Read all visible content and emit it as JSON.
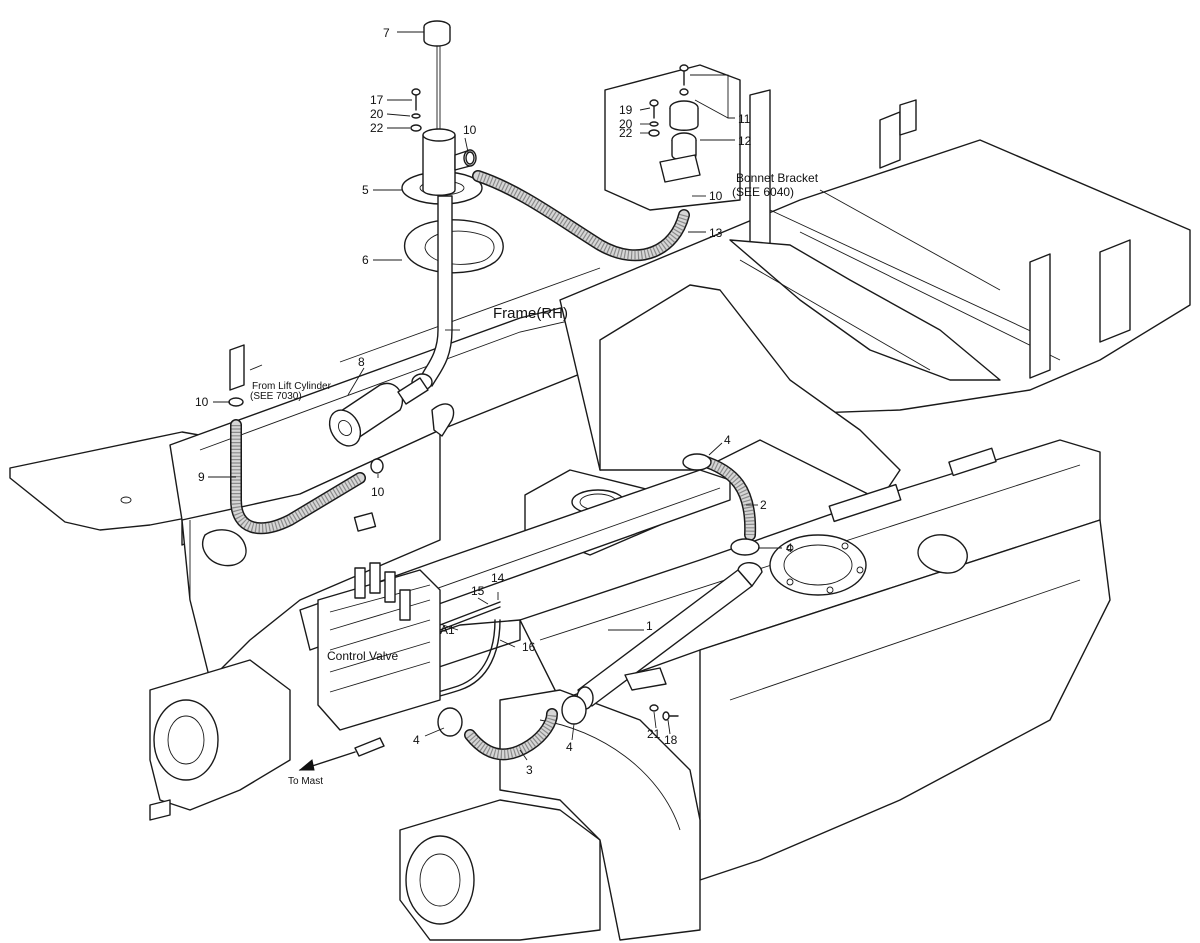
{
  "diagram": {
    "callouts": {
      "c1": "1",
      "c2": "2",
      "c3": "3",
      "c4a": "4",
      "c4b": "4",
      "c4c": "4",
      "c4d": "4",
      "c5": "5",
      "c6": "6",
      "c7": "7",
      "c8": "8",
      "c9": "9",
      "c10a": "10",
      "c10b": "10",
      "c10c": "10",
      "c10d": "10",
      "c11": "11",
      "c12": "12",
      "c13": "13",
      "c14": "14",
      "c15": "15",
      "c16": "16",
      "c17": "17",
      "c18": "18",
      "c19": "19",
      "c20a": "20",
      "c20b": "20",
      "c21": "21",
      "c22a": "22",
      "c22b": "22"
    },
    "labels": {
      "frame": "Frame(RH)",
      "bonnet_1": "Bonnet Bracket",
      "bonnet_2": "(SEE 6040)",
      "lift_1": "From Lift Cylinder",
      "lift_2": "(SEE 7030)",
      "control_valve": "Control Valve",
      "to_mast": "To Mast",
      "a1": "A1"
    }
  }
}
